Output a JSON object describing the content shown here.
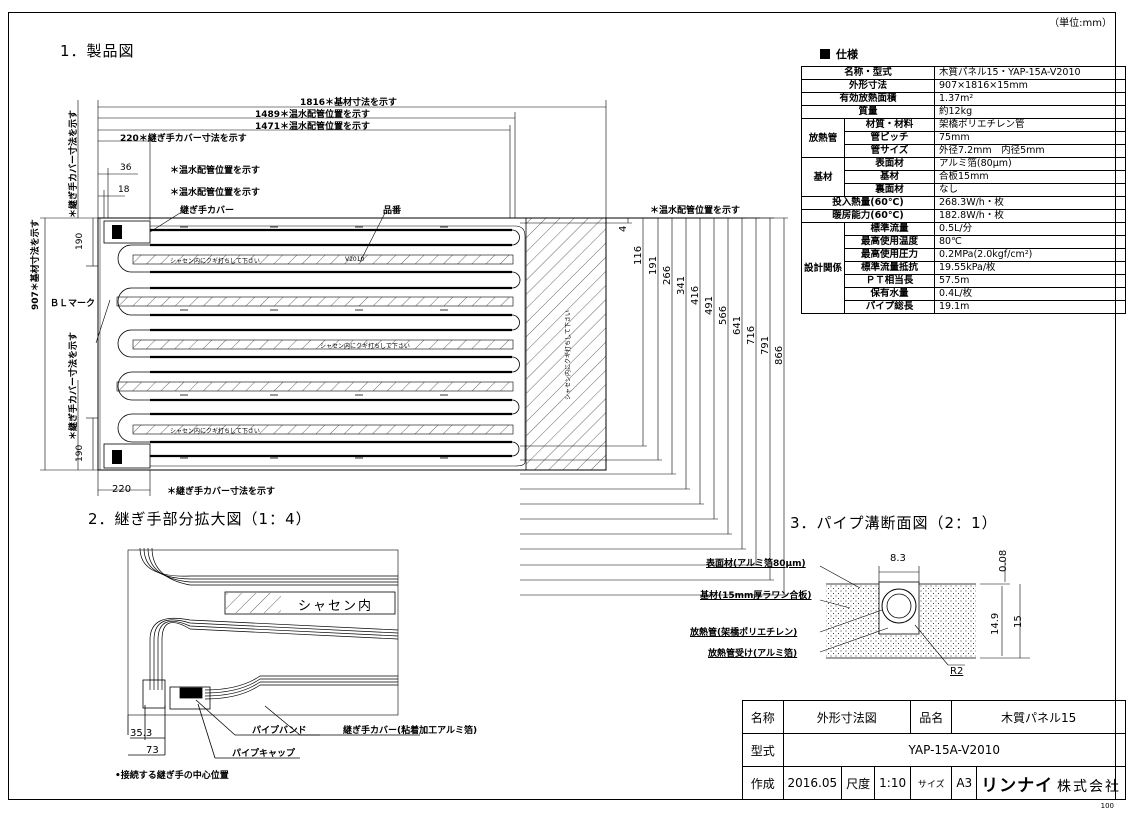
{
  "unit_note": "（単位:mm）",
  "sections": {
    "s1": "1．製品図",
    "s2": "2．継ぎ手部分拡大図（1：4）",
    "s3": "3．パイプ溝断面図（2：1）"
  },
  "spec": {
    "title": "仕様",
    "rows": [
      {
        "key": "名称・型式",
        "value": "木質パネル15・YAP-15A-V2010"
      },
      {
        "key": "外形寸法",
        "value": "907×1816×15mm"
      },
      {
        "key": "有効放熱面積",
        "value": "1.37m²"
      },
      {
        "key": "質量",
        "value": "約12kg"
      },
      {
        "key": "材質・材料",
        "value": "架橋ポリエチレン管"
      },
      {
        "key": "管ピッチ",
        "value": "75mm"
      },
      {
        "key": "管サイズ",
        "value": "外径7.2mm　内径5mm"
      },
      {
        "key": "表面材",
        "value": "アルミ箔(80μm)"
      },
      {
        "key": "基材",
        "value": "合板15mm"
      },
      {
        "key": "裏面材",
        "value": "なし"
      },
      {
        "key": "投入熱量(60℃)",
        "value": "268.3W/h・枚"
      },
      {
        "key": "暖房能力(60℃)",
        "value": "182.8W/h・枚"
      },
      {
        "key": "標準流量",
        "value": "0.5L/分"
      },
      {
        "key": "最高使用温度",
        "value": "80℃"
      },
      {
        "key": "最高使用圧力",
        "value": "0.2MPa(2.0kgf/cm²)"
      },
      {
        "key": "標準流量抵抗",
        "value": "19.55kPa/枚"
      },
      {
        "key": "ＰＴ相当長",
        "value": "57.5m"
      },
      {
        "key": "保有水量",
        "value": "0.4L/枚"
      },
      {
        "key": "パイプ総長",
        "value": "19.1m"
      }
    ],
    "groups": {
      "g1": "放熱管",
      "g2": "基材",
      "g3": "設計関係"
    }
  },
  "drawing1": {
    "dims": {
      "d1816": "1816＊基材寸法を示す",
      "d1489": "1489＊温水配管位置を示す",
      "d1471": "1471＊温水配管位置を示す",
      "d220top": "220＊継ぎ手カバー寸法を示す",
      "d36": "36",
      "d36note": "＊温水配管位置を示す",
      "d18": "18",
      "d18note": "＊温水配管位置を示す",
      "cover_label": "継ぎ手カバー",
      "part_label": "品番",
      "right_note": "＊温水配管位置を示す",
      "bl_mark": "ＢＬマーク",
      "d907": "907＊基材寸法を示す",
      "d190a": "190",
      "d190b": "190",
      "left_note_top": "＊継ぎ手カバー寸法を示す",
      "left_note_mid": "＊継ぎ手カバー寸法を示す",
      "d220bot": "220",
      "d220bot_note": "＊継ぎ手カバー寸法を示す",
      "right_dims": [
        "4",
        "116",
        "191",
        "266",
        "341",
        "416",
        "491",
        "566",
        "641",
        "716",
        "791",
        "866"
      ],
      "strip_text": "シャセン内にクギ打ちして下さい",
      "strip_code": "V2010",
      "hatch_text": "シャセン内にクギ打ちして下さい"
    }
  },
  "drawing2": {
    "shasen": "シャセン内",
    "d35": "35.3",
    "d73": "73",
    "band": "パイプバンド",
    "cover": "継ぎ手カバー(粘着加工アルミ箔)",
    "cap": "パイプキャップ",
    "note": "•接続する継ぎ手の中心位置"
  },
  "drawing3": {
    "surface": "表面材(アルミ箔80μm)",
    "base": "基材(15mm厚ラワン合板)",
    "pipe": "放熱管(架橋ポリエチレン)",
    "receiver": "放熱管受け(アルミ箔)",
    "d83": "8.3",
    "d008": "0.08",
    "d149": "14.9",
    "d15": "15",
    "r2": "R2"
  },
  "title_block": {
    "name_label": "名称",
    "name_value": "外形寸法図",
    "product_label": "品名",
    "product_value": "木質パネル15",
    "model_label": "型式",
    "model_value": "YAP-15A-V2010",
    "made_label": "作成",
    "made_value": "2016.05",
    "scale_label": "尺度",
    "scale_value": "1:10",
    "size_label": "サイズ",
    "size_value": "A3",
    "company_brand": "リンナイ",
    "company_rest": "株式会社"
  },
  "corner_mark": "100"
}
